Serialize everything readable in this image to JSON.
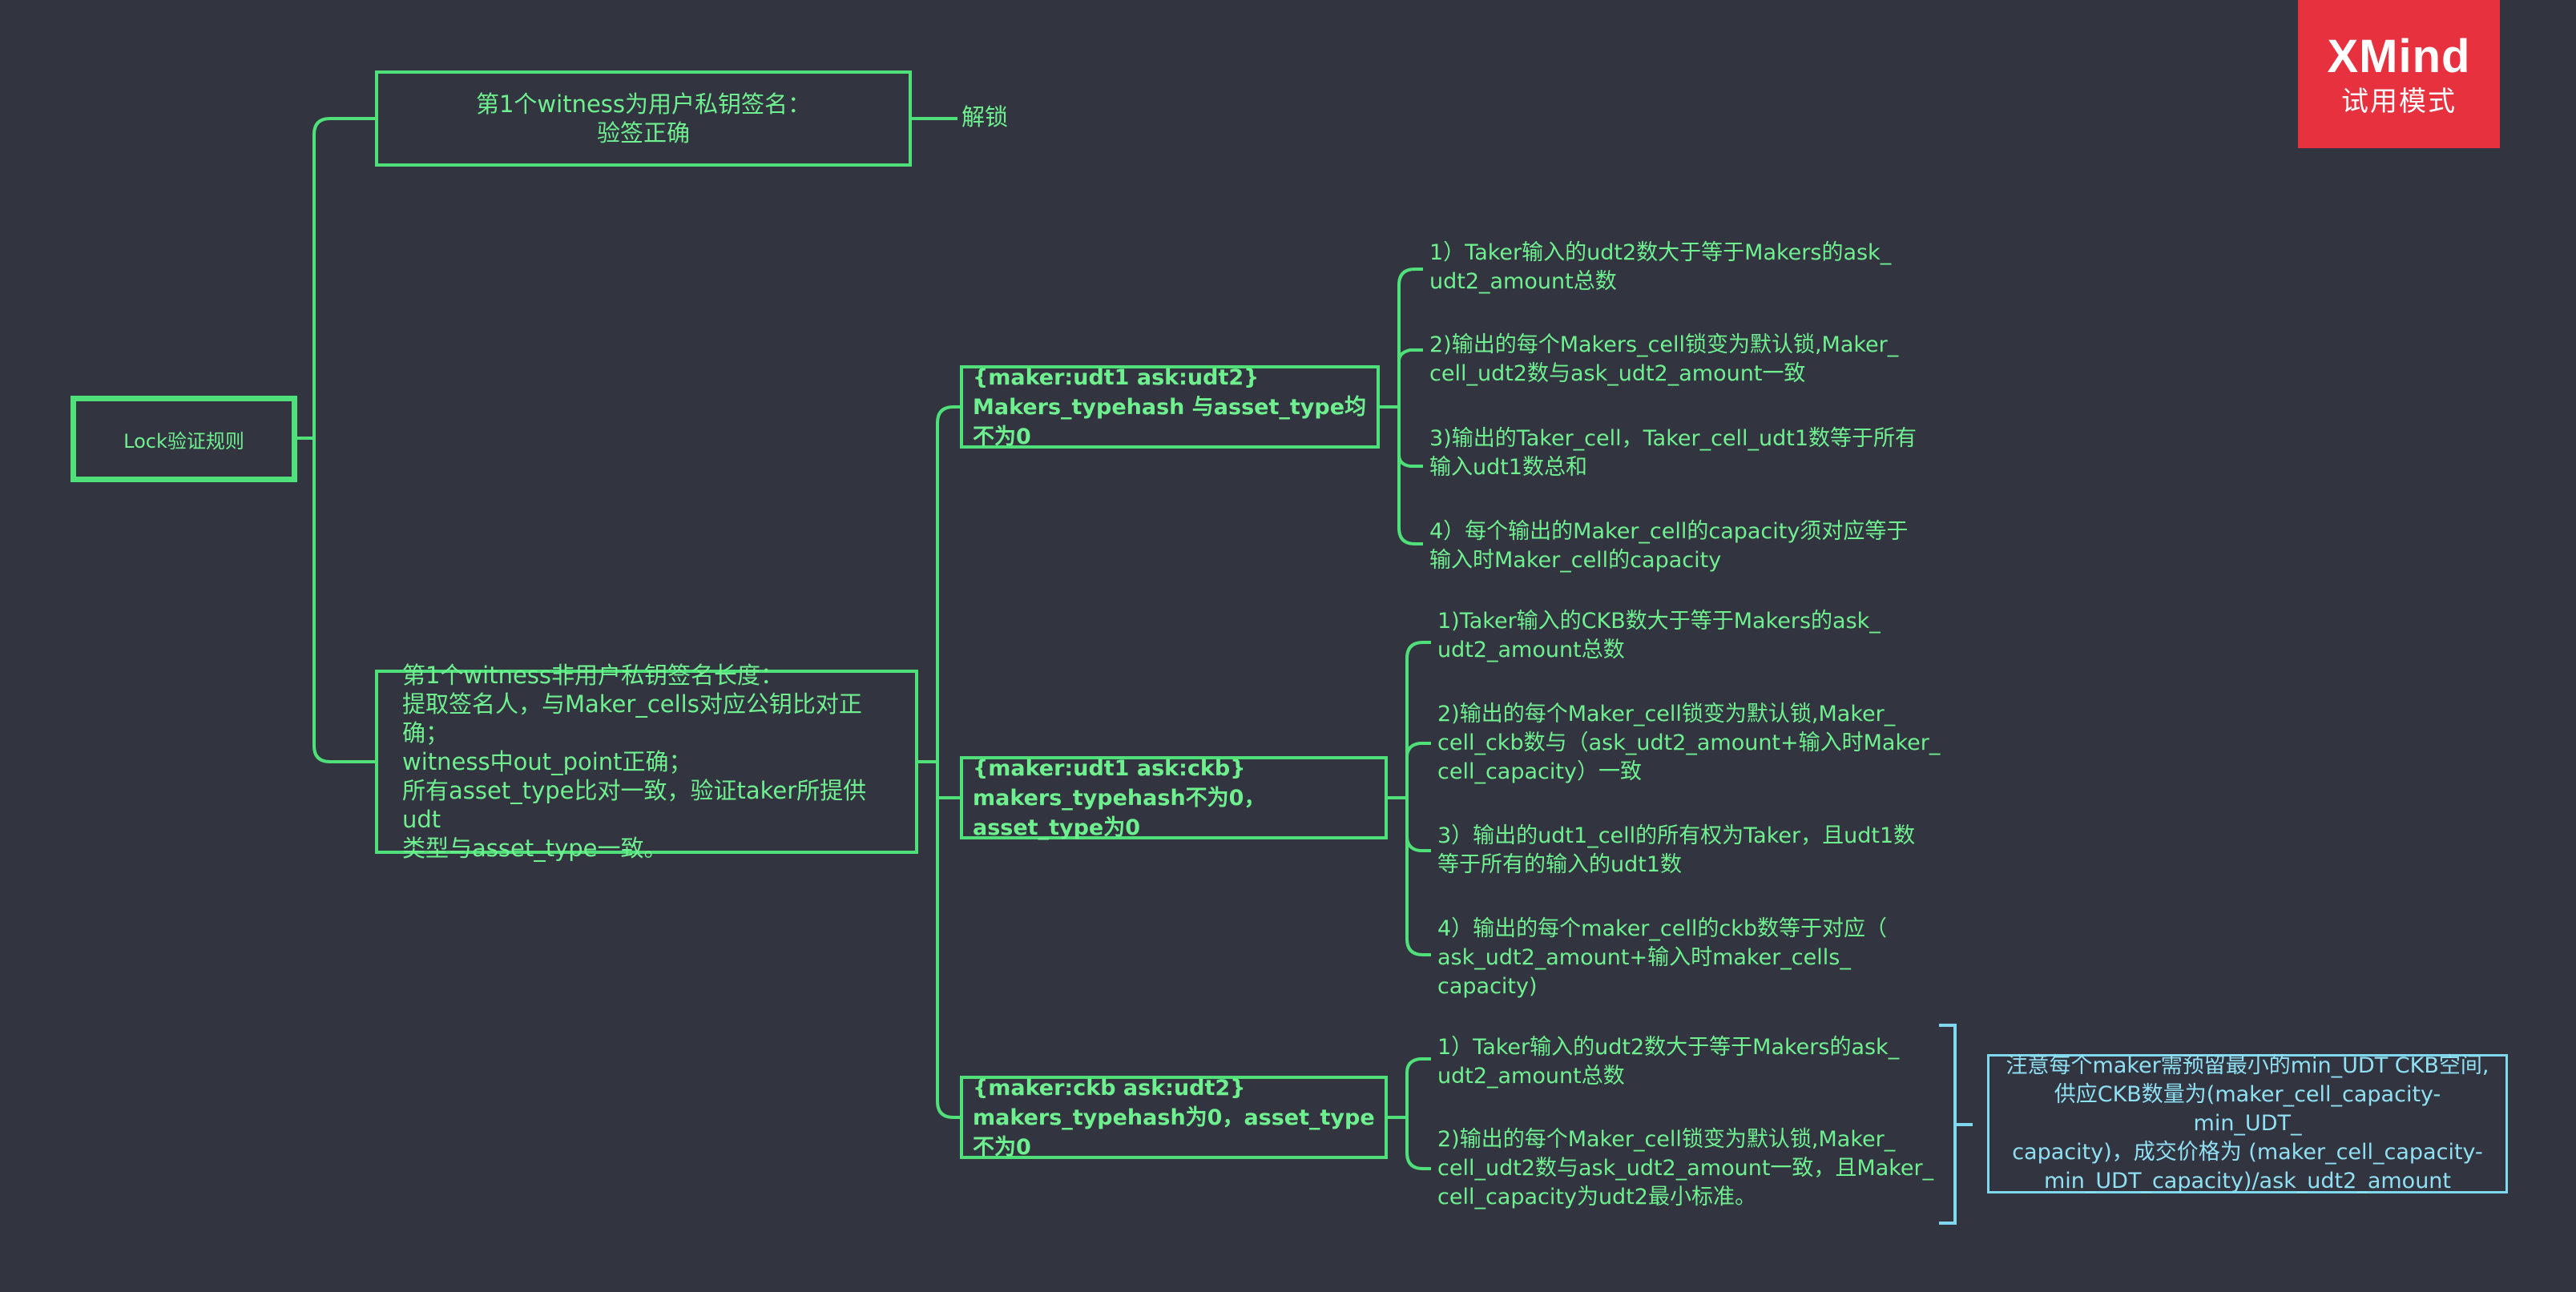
{
  "logo": {
    "brand": "XMind",
    "mode": "试用模式"
  },
  "root": {
    "label": "Lock验证规则"
  },
  "topic1": {
    "label": "第1个witness为用户私钥签名：\n验签正确",
    "child": "解锁"
  },
  "topic2": {
    "label": "第1个witness非用户私钥签名长度：\n提取签名人，与Maker_cells对应公钥比对正确；\nwitness中out_point正确；\n所有asset_type比对一致，验证taker所提供udt\n类型与asset_type一致。"
  },
  "branches": [
    {
      "label": "{maker:udt1  ask:udt2}\nMakers_typehash 与asset_type均不为0",
      "items": [
        "1）Taker输入的udt2数大于等于Makers的ask_\nudt2_amount总数",
        "2)输出的每个Makers_cell锁变为默认锁,Maker_\ncell_udt2数与ask_udt2_amount一致",
        "3)输出的Taker_cell，Taker_cell_udt1数等于所有\n输入udt1数总和",
        "4）每个输出的Maker_cell的capacity须对应等于\n输入时Maker_cell的capacity"
      ]
    },
    {
      "label": "{maker:udt1  ask:ckb}\nmakers_typehash不为0，asset_type为0",
      "items": [
        "1)Taker输入的CKB数大于等于Makers的ask_\nudt2_amount总数",
        "2)输出的每个Maker_cell锁变为默认锁,Maker_\ncell_ckb数与（ask_udt2_amount+输入时Maker_\ncell_capacity）一致",
        "3）输出的udt1_cell的所有权为Taker，且udt1数\n等于所有的输入的udt1数",
        "4）输出的每个maker_cell的ckb数等于对应（\nask_udt2_amount+输入时maker_cells_\ncapacity)"
      ]
    },
    {
      "label": "{maker:ckb  ask:udt2}\nmakers_typehash为0，asset_type不为0",
      "items": [
        "1）Taker输入的udt2数大于等于Makers的ask_\nudt2_amount总数",
        "2)输出的每个Maker_cell锁变为默认锁,Maker_\ncell_udt2数与ask_udt2_amount一致，且Maker_\ncell_capacity为udt2最小标准。"
      ]
    }
  ],
  "note": {
    "text": "注意每个maker需预留最小的min_UDT CKB空间,\n供应CKB数量为(maker_cell_capacity-min_UDT_\ncapacity)，成交价格为 (maker_cell_capacity-\nmin_UDT_capacity)/ask_udt2_amount"
  },
  "colors": {
    "background": "#323440",
    "line": "#4fe07a",
    "text": "#6ff08f",
    "note": "#7fd8ee",
    "logo": "#e8313f"
  }
}
